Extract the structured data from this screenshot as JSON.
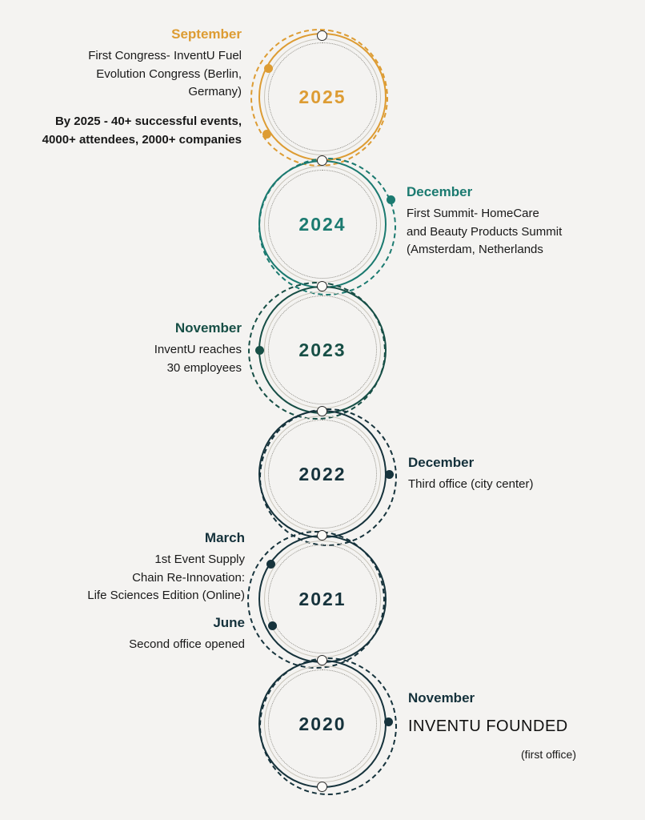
{
  "colors": {
    "orange": "#dd9c33",
    "teal": "#1b7a70",
    "dark_teal": "#174f46",
    "dark": "#16333c",
    "background": "#f4f3f1"
  },
  "entries": {
    "e2025": {
      "year": "2025",
      "month": "September",
      "desc1": "First Congress- InventU Fuel",
      "desc2": "Evolution Congress (Berlin,",
      "desc3": "Germany)",
      "stat1": "By 2025 - 40+ successful events,",
      "stat2": "4000+ attendees, 2000+ companies"
    },
    "e2024": {
      "year": "2024",
      "month": "December",
      "desc1": "First Summit- HomeCare",
      "desc2": "and Beauty Products Summit",
      "desc3": "(Amsterdam, Netherlands"
    },
    "e2023": {
      "year": "2023",
      "month": "November",
      "desc1": "InventU reaches",
      "desc2": "30 employees"
    },
    "e2022": {
      "year": "2022",
      "month": "December",
      "desc1": "Third office (city center)"
    },
    "e2021": {
      "year": "2021",
      "month1": "March",
      "desc1": "1st Event Supply",
      "desc2": "Chain Re-Innovation:",
      "desc3": "Life Sciences Edition (Online)",
      "month2": "June",
      "desc4": "Second office opened"
    },
    "e2020": {
      "year": "2020",
      "month": "November",
      "title": "INVENTU FOUNDED",
      "desc1": "(first office)"
    }
  }
}
